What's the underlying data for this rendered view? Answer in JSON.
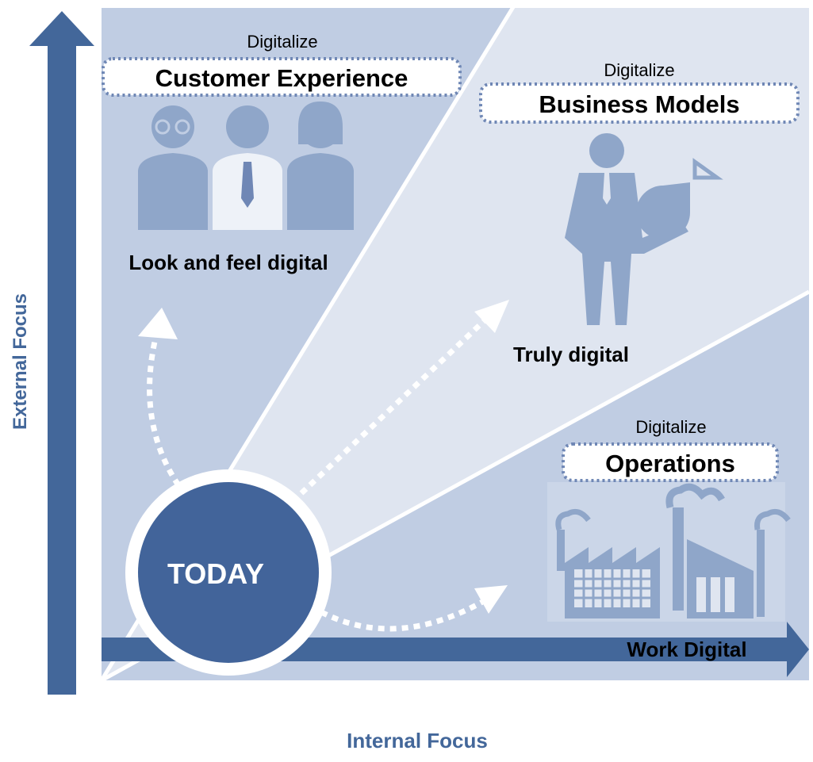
{
  "axes": {
    "vertical_label": "External Focus",
    "horizontal_label": "Internal Focus"
  },
  "center": {
    "label": "TODAY"
  },
  "zones": {
    "customer": {
      "prefix": "Digitalize",
      "title": "Customer Experience",
      "caption": "Look and feel digital",
      "icon": "customers-group-icon"
    },
    "business": {
      "prefix": "Digitalize",
      "title": "Business Models",
      "caption": "Truly digital",
      "icon": "businessman-with-pie-chart-icon"
    },
    "operations": {
      "prefix": "Digitalize",
      "title": "Operations",
      "caption": "Work Digital",
      "icon": "factory-icon"
    }
  },
  "colors": {
    "axis": "#43679a",
    "zone_dark": "#c0cde3",
    "zone_light": "#dfe5f0",
    "icon": "#8fa6c9",
    "circle": "#42649a",
    "text": "#000000",
    "box_border": "#6f87b5"
  }
}
